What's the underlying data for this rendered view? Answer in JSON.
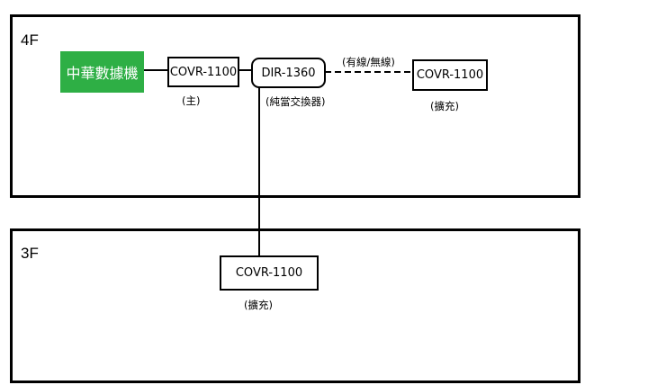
{
  "floors": [
    {
      "label": "4F"
    },
    {
      "label": "3F"
    }
  ],
  "devices": {
    "modem": {
      "label": "中華數據機",
      "color": "#2eaf45"
    },
    "main_node": {
      "label": "COVR-1100",
      "note": "(主)"
    },
    "router": {
      "label": "DIR-1360",
      "note": "(純當交換器)"
    },
    "extender_4f": {
      "label": "COVR-1100",
      "note": "(擴充)"
    },
    "extender_3f": {
      "label": "COVR-1100",
      "note": "(擴充)"
    }
  },
  "links": {
    "wired_or_wireless_label": "(有線/無線)"
  }
}
